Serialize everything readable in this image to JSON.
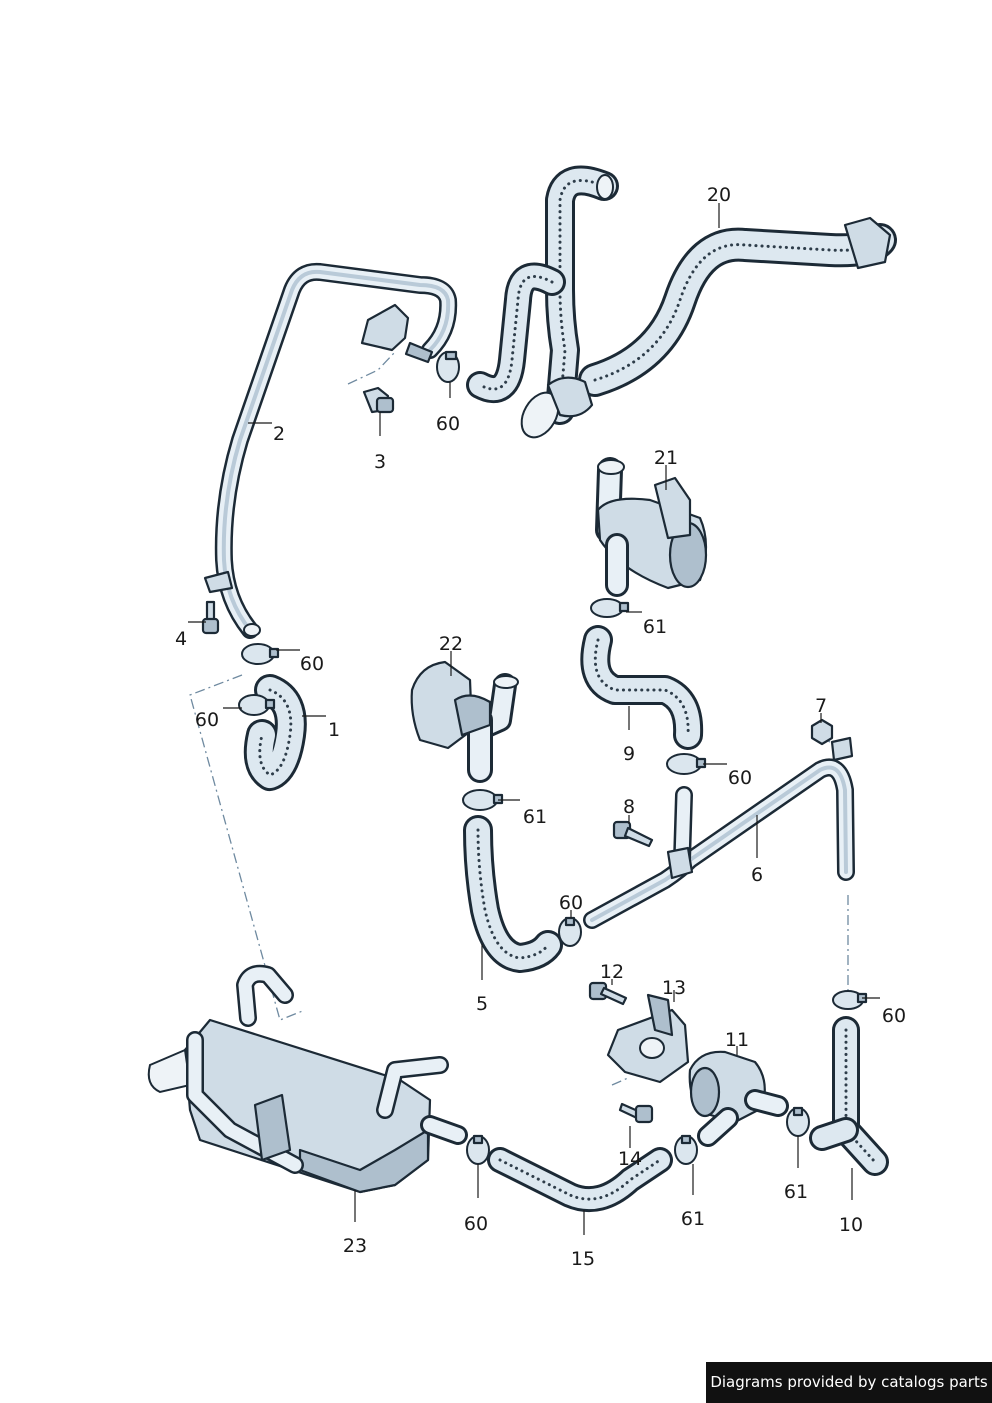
{
  "credit": "Diagrams provided by catalogs parts",
  "callouts": [
    {
      "id": "c20a",
      "text": "20"
    },
    {
      "id": "c2",
      "text": "2"
    },
    {
      "id": "c3",
      "text": "3"
    },
    {
      "id": "c60a",
      "text": "60"
    },
    {
      "id": "c21",
      "text": "21"
    },
    {
      "id": "c61a",
      "text": "61"
    },
    {
      "id": "c4",
      "text": "4"
    },
    {
      "id": "c60b",
      "text": "60"
    },
    {
      "id": "c22",
      "text": "22"
    },
    {
      "id": "c60c",
      "text": "60"
    },
    {
      "id": "c1",
      "text": "1"
    },
    {
      "id": "c9",
      "text": "9"
    },
    {
      "id": "c7",
      "text": "7"
    },
    {
      "id": "c60d",
      "text": "60"
    },
    {
      "id": "c61b",
      "text": "61"
    },
    {
      "id": "c8",
      "text": "8"
    },
    {
      "id": "c6",
      "text": "6"
    },
    {
      "id": "c60e",
      "text": "60"
    },
    {
      "id": "c5",
      "text": "5"
    },
    {
      "id": "c12",
      "text": "12"
    },
    {
      "id": "c13",
      "text": "13"
    },
    {
      "id": "c60f",
      "text": "60"
    },
    {
      "id": "c11",
      "text": "11"
    },
    {
      "id": "c14",
      "text": "14"
    },
    {
      "id": "c61c",
      "text": "61"
    },
    {
      "id": "c61d",
      "text": "61"
    },
    {
      "id": "c10",
      "text": "10"
    },
    {
      "id": "c23",
      "text": "23"
    },
    {
      "id": "c60g",
      "text": "60"
    },
    {
      "id": "c15",
      "text": "15"
    }
  ]
}
